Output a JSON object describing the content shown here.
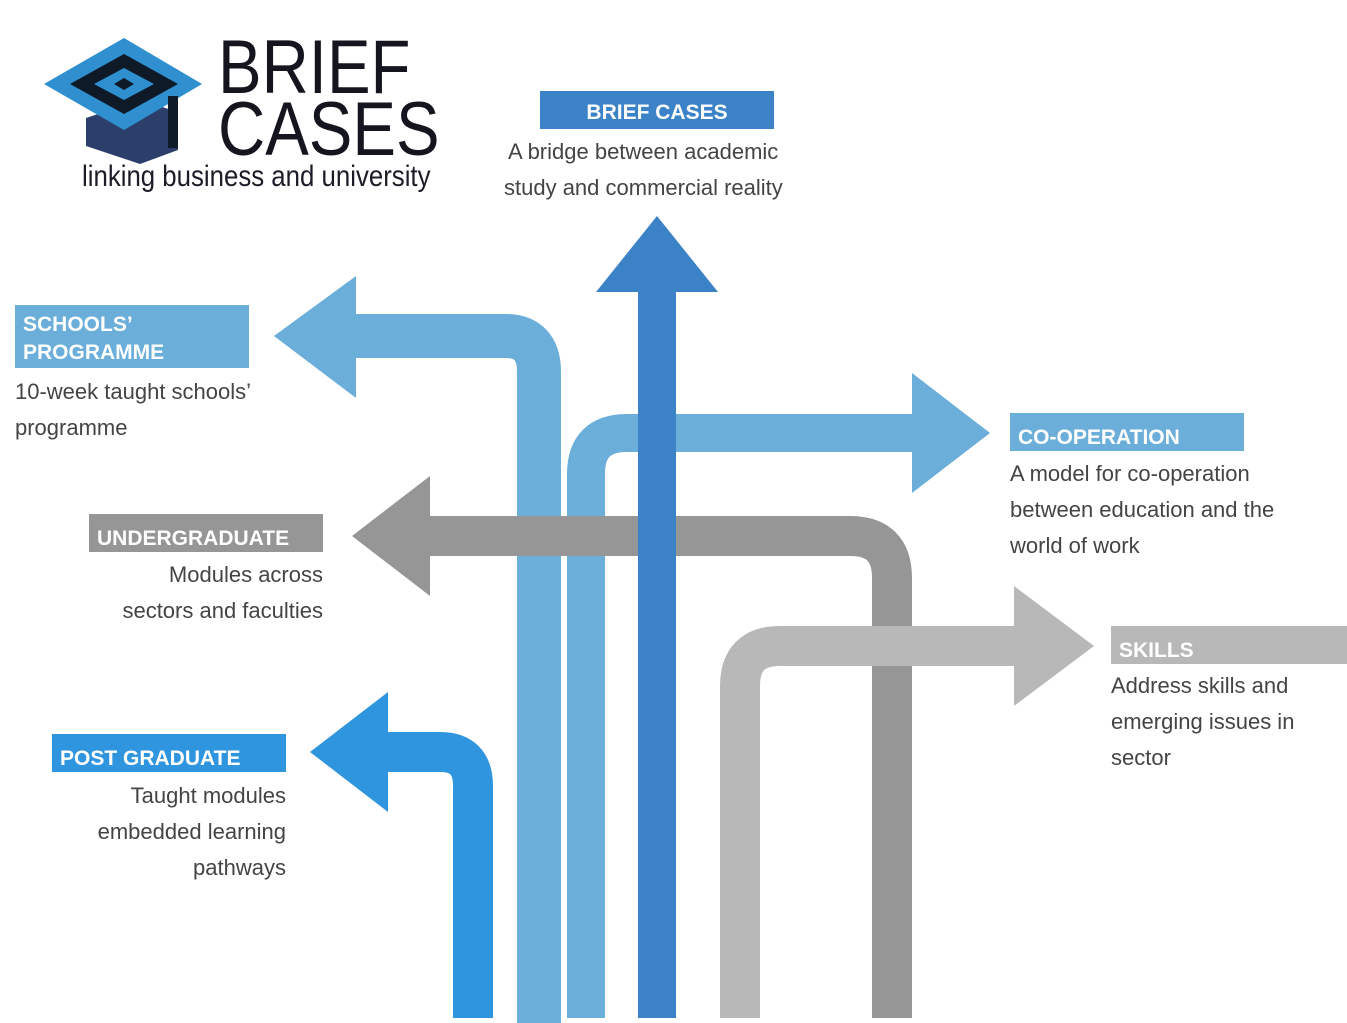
{
  "logo": {
    "title_line1": "BRIEF",
    "title_line2": "CASES",
    "tagline": "linking business and university",
    "icon": "graduation-cap-icon"
  },
  "colors": {
    "dark_navy": "#0f1a28",
    "mid_blue": "#3b82c7",
    "light_blue": "#6aaed9",
    "bright_blue": "#2f95df",
    "dark_grey": "#969696",
    "light_grey": "#b8b8b8"
  },
  "nodes": {
    "brief_cases": {
      "label": "BRIEF CASES",
      "desc": [
        "A bridge between academic",
        "study and commercial reality"
      ]
    },
    "schools": {
      "label_line1": "SCHOOLS’",
      "label_line2": "PROGRAMME",
      "desc": [
        "10-week taught schools’",
        "programme"
      ]
    },
    "cooperation": {
      "label": "CO-OPERATION",
      "desc": [
        "A model for co-operation",
        "between education and the",
        "world of work"
      ]
    },
    "undergraduate": {
      "label": "UNDERGRADUATE",
      "desc": [
        "Modules across",
        "sectors and faculties"
      ]
    },
    "skills": {
      "label": "SKILLS",
      "desc": [
        "Address skills and",
        "emerging issues in",
        "sector"
      ]
    },
    "postgraduate": {
      "label": "POST GRADUATE",
      "desc": [
        "Taught modules",
        "embedded learning",
        "pathways"
      ]
    }
  }
}
